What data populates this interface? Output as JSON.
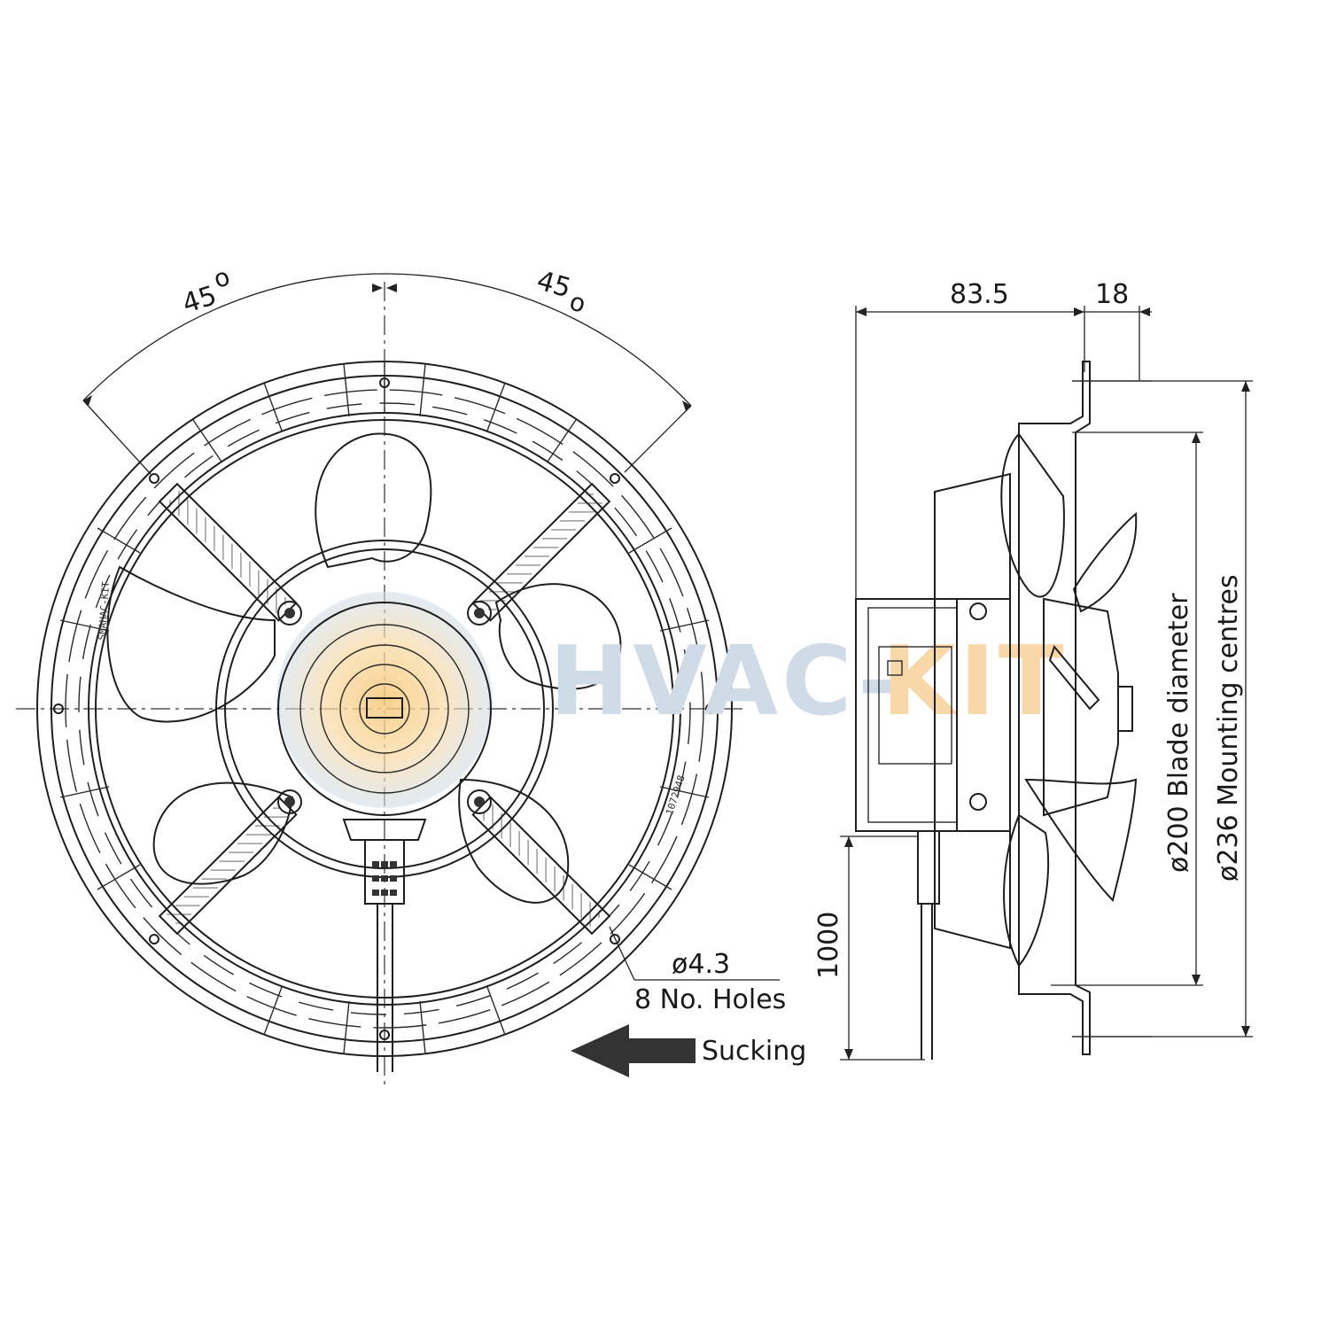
{
  "front_view": {
    "angle_left": "45",
    "angle_right": "45",
    "degree_mark": "o",
    "hole_diameter": "ø4.3",
    "hole_count": "8 No. Holes",
    "airflow_label": "Sucking",
    "rim_text_left": "SMAHAC-KIT",
    "rim_text_right": "1072948"
  },
  "side_view": {
    "depth_dimension": "83.5",
    "flange_dimension": "18",
    "cable_length": "1000",
    "blade_diameter": "ø200 Blade diameter",
    "mounting_centres": "ø236 Mounting centres"
  },
  "watermark": {
    "text_a": "HVAC-",
    "text_b": "KIT",
    "color_a": "#cfdbe6",
    "color_b": "#f8d7a8"
  }
}
